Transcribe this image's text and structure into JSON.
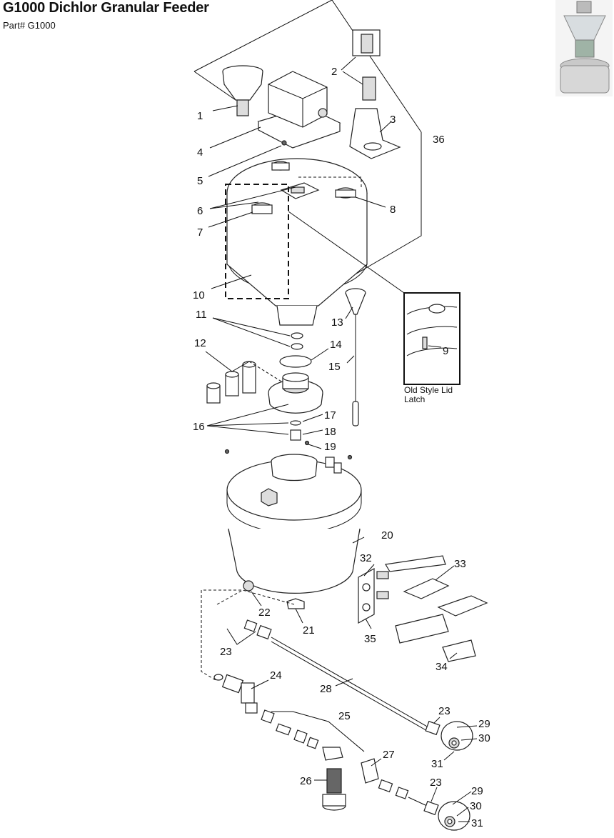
{
  "header": {
    "title": "G1000 Dichlor Granular Feeder",
    "part_number": "Part# G1000"
  },
  "inset": {
    "caption_line1": "Old Style Lid",
    "caption_line2": "Latch",
    "callout": "9"
  },
  "callouts": {
    "c1": "1",
    "c2": "2",
    "c3": "3",
    "c4": "4",
    "c5": "5",
    "c6": "6",
    "c7": "7",
    "c8": "8",
    "c10": "10",
    "c11": "11",
    "c12": "12",
    "c13": "13",
    "c14": "14",
    "c15": "15",
    "c16": "16",
    "c17": "17",
    "c18": "18",
    "c19": "19",
    "c20": "20",
    "c21": "21",
    "c22": "22",
    "c23a": "23",
    "c23b": "23",
    "c23c": "23",
    "c24": "24",
    "c25": "25",
    "c26": "26",
    "c27": "27",
    "c28": "28",
    "c29a": "29",
    "c29b": "29",
    "c30a": "30",
    "c30b": "30",
    "c31a": "31",
    "c31b": "31",
    "c32": "32",
    "c33": "33",
    "c34": "34",
    "c35": "35",
    "c36": "36"
  }
}
